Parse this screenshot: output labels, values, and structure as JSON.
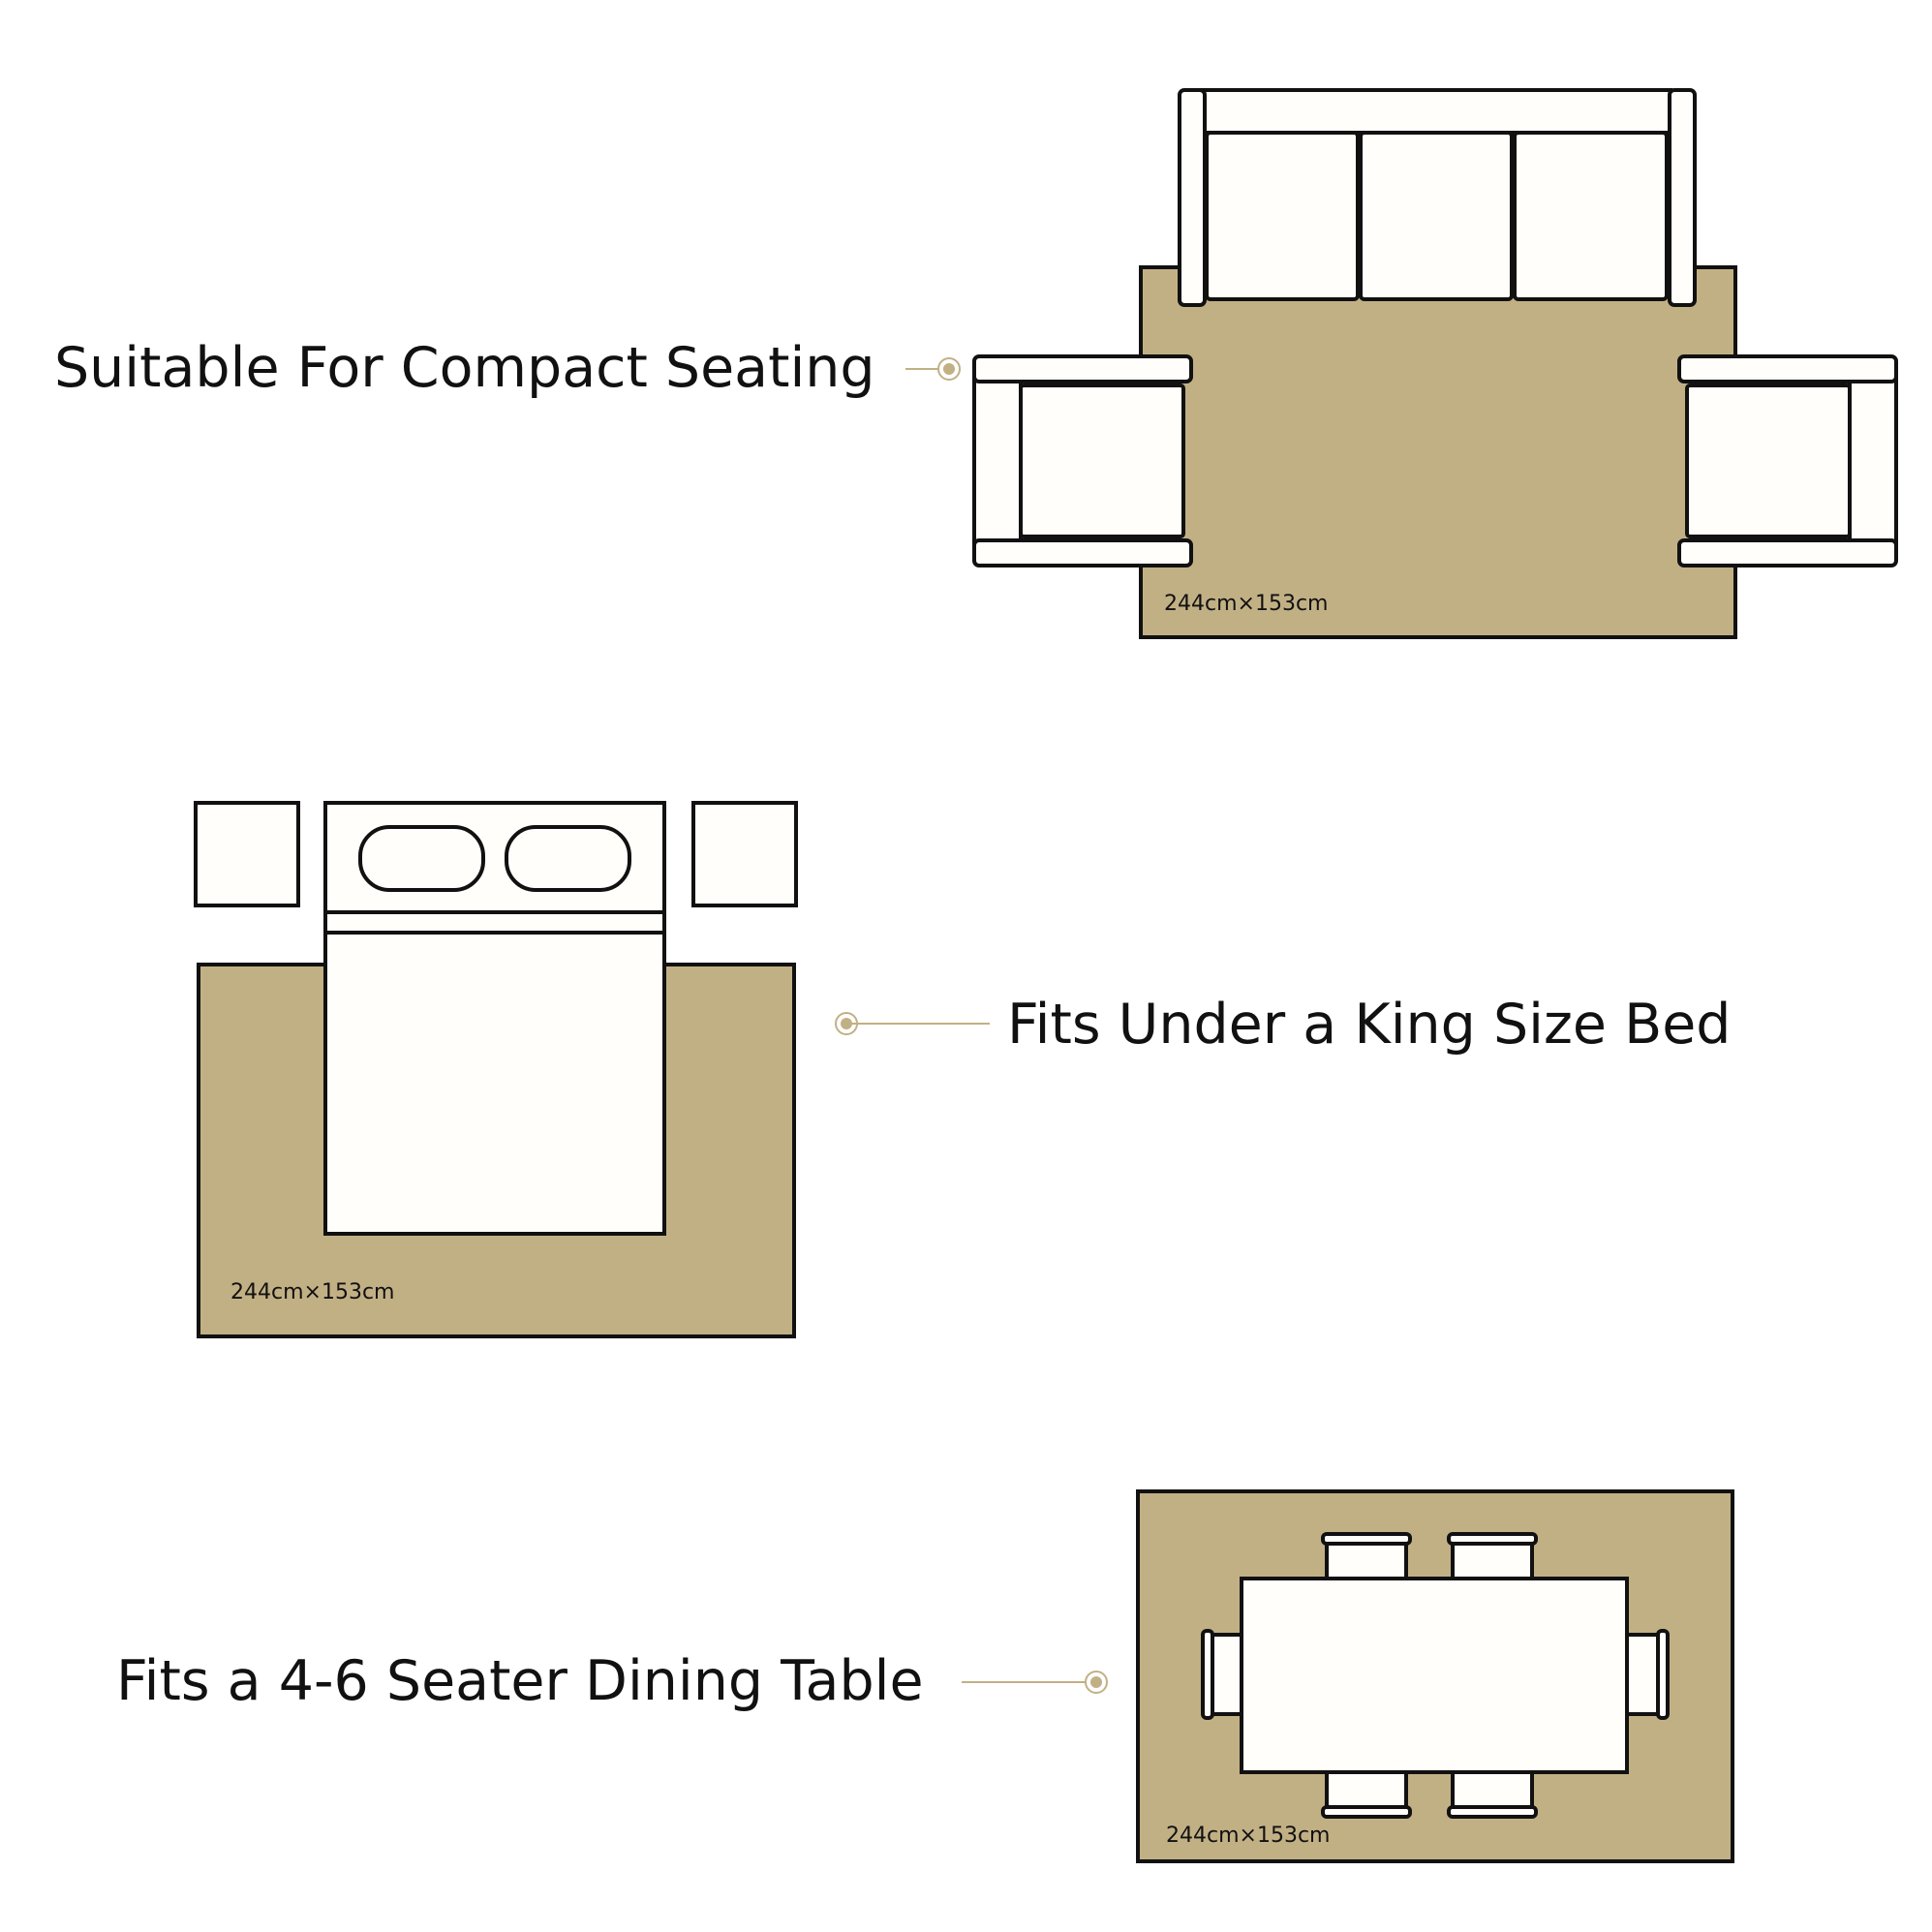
{
  "colors": {
    "rug": "#C2B085",
    "furniture": "#FFFEFA",
    "outline": "#111111",
    "accent": "#C2B085",
    "background": "#FFFFFF"
  },
  "sections": [
    {
      "label": "Suitable For Compact Seating",
      "dimension": "244cm×153cm"
    },
    {
      "label": "Fits Under a King Size Bed",
      "dimension": "244cm×153cm"
    },
    {
      "label": "Fits a 4-6 Seater Dining Table",
      "dimension": "244cm×153cm"
    }
  ]
}
